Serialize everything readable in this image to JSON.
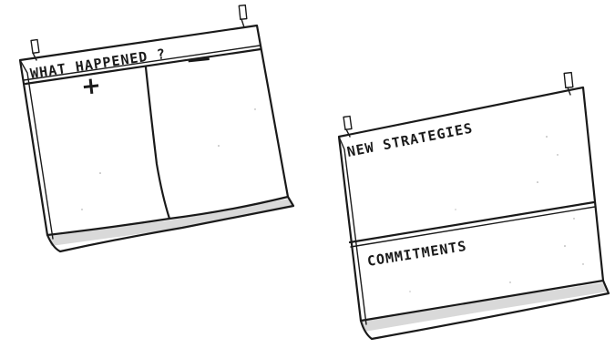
{
  "left_board": {
    "title": "WHAT HAPPENED ?",
    "columns": [
      "+",
      "—"
    ]
  },
  "right_board": {
    "title": "NEW STRATEGIES",
    "section": "COMMITMENTS"
  }
}
